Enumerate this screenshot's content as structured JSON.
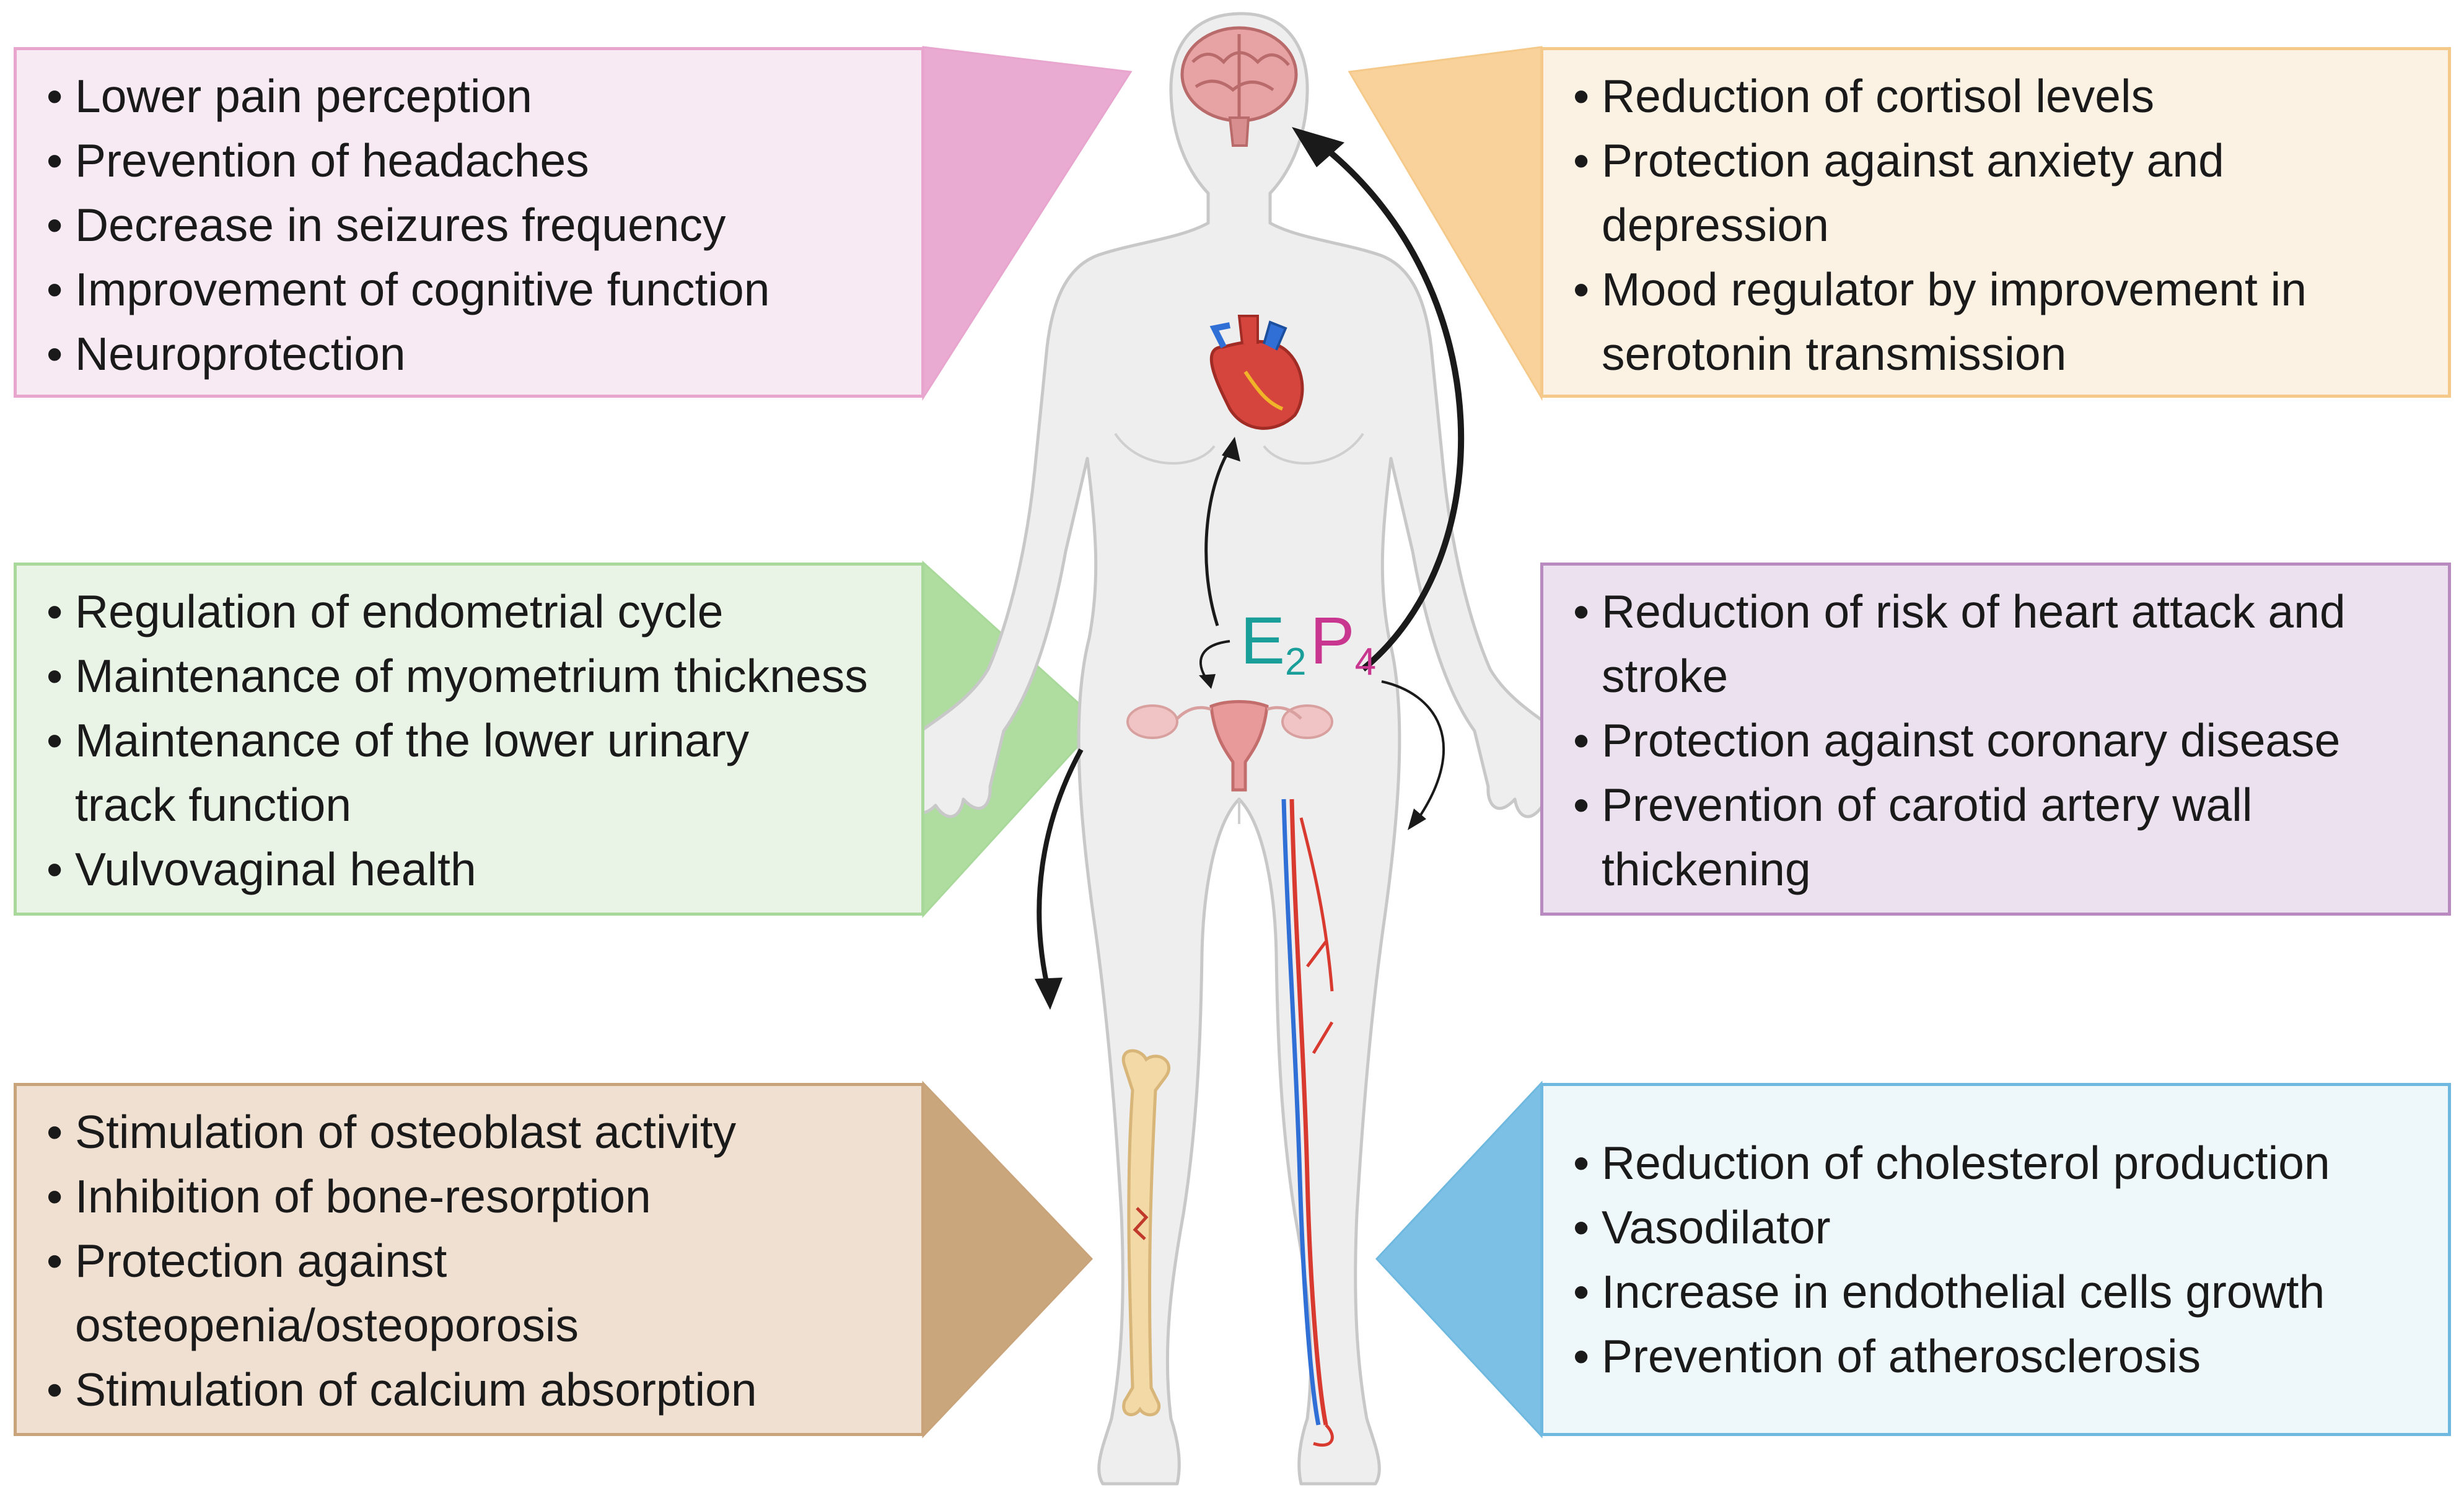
{
  "hormones": {
    "e_letter": "E",
    "e_sub": "2",
    "p_letter": "P",
    "p_sub": "4"
  },
  "colors": {
    "pink": {
      "fill": "#f7eaf2",
      "border": "#e8a6cf",
      "arrow": "#e9abd2"
    },
    "orange": {
      "fill": "#fcf2e4",
      "border": "#f5c98a",
      "arrow": "#f9d29b"
    },
    "green": {
      "fill": "#eaf4e6",
      "border": "#a9d99a",
      "arrow": "#aedd9f"
    },
    "purple": {
      "fill": "#ece1ee",
      "border": "#b98abf",
      "arrow": "#b98ec0"
    },
    "tan": {
      "fill": "#efe0d1",
      "border": "#c9a47a",
      "arrow": "#caa67c"
    },
    "blue": {
      "fill": "#eef7f9",
      "border": "#6fb8e0",
      "arrow": "#7cc0e6"
    },
    "estradiol": "#1a9e9a",
    "progesterone": "#c8368f"
  },
  "boxes": {
    "brain": {
      "color": "pink",
      "items": [
        "Lower pain perception",
        "Prevention of headaches",
        "Decrease in seizures frequency",
        "Improvement of cognitive function",
        "Neuroprotection"
      ]
    },
    "mood": {
      "color": "orange",
      "items": [
        "Reduction of cortisol levels",
        "Protection against anxiety and\ndepression",
        "Mood regulator by improvement in\nserotonin transmission"
      ]
    },
    "reproductive": {
      "color": "green",
      "items": [
        "Regulation of endometrial cycle",
        "Maintenance of myometrium thickness",
        "Maintenance of the lower urinary\ntrack function",
        "Vulvovaginal health"
      ]
    },
    "heart": {
      "color": "purple",
      "items": [
        "Reduction of risk of heart attack and\nstroke",
        "Protection against coronary disease",
        "Prevention of carotid artery wall\nthickening"
      ]
    },
    "bone": {
      "color": "tan",
      "items": [
        "Stimulation of osteoblast activity",
        "Inhibition of bone-resorption",
        "Protection against\nosteopenia/osteoporosis",
        "Stimulation of calcium absorption"
      ]
    },
    "vascular": {
      "color": "blue",
      "items": [
        "Reduction of cholesterol production",
        "Vasodilator",
        "Increase in endothelial cells growth",
        "Prevention of atherosclerosis"
      ]
    }
  }
}
